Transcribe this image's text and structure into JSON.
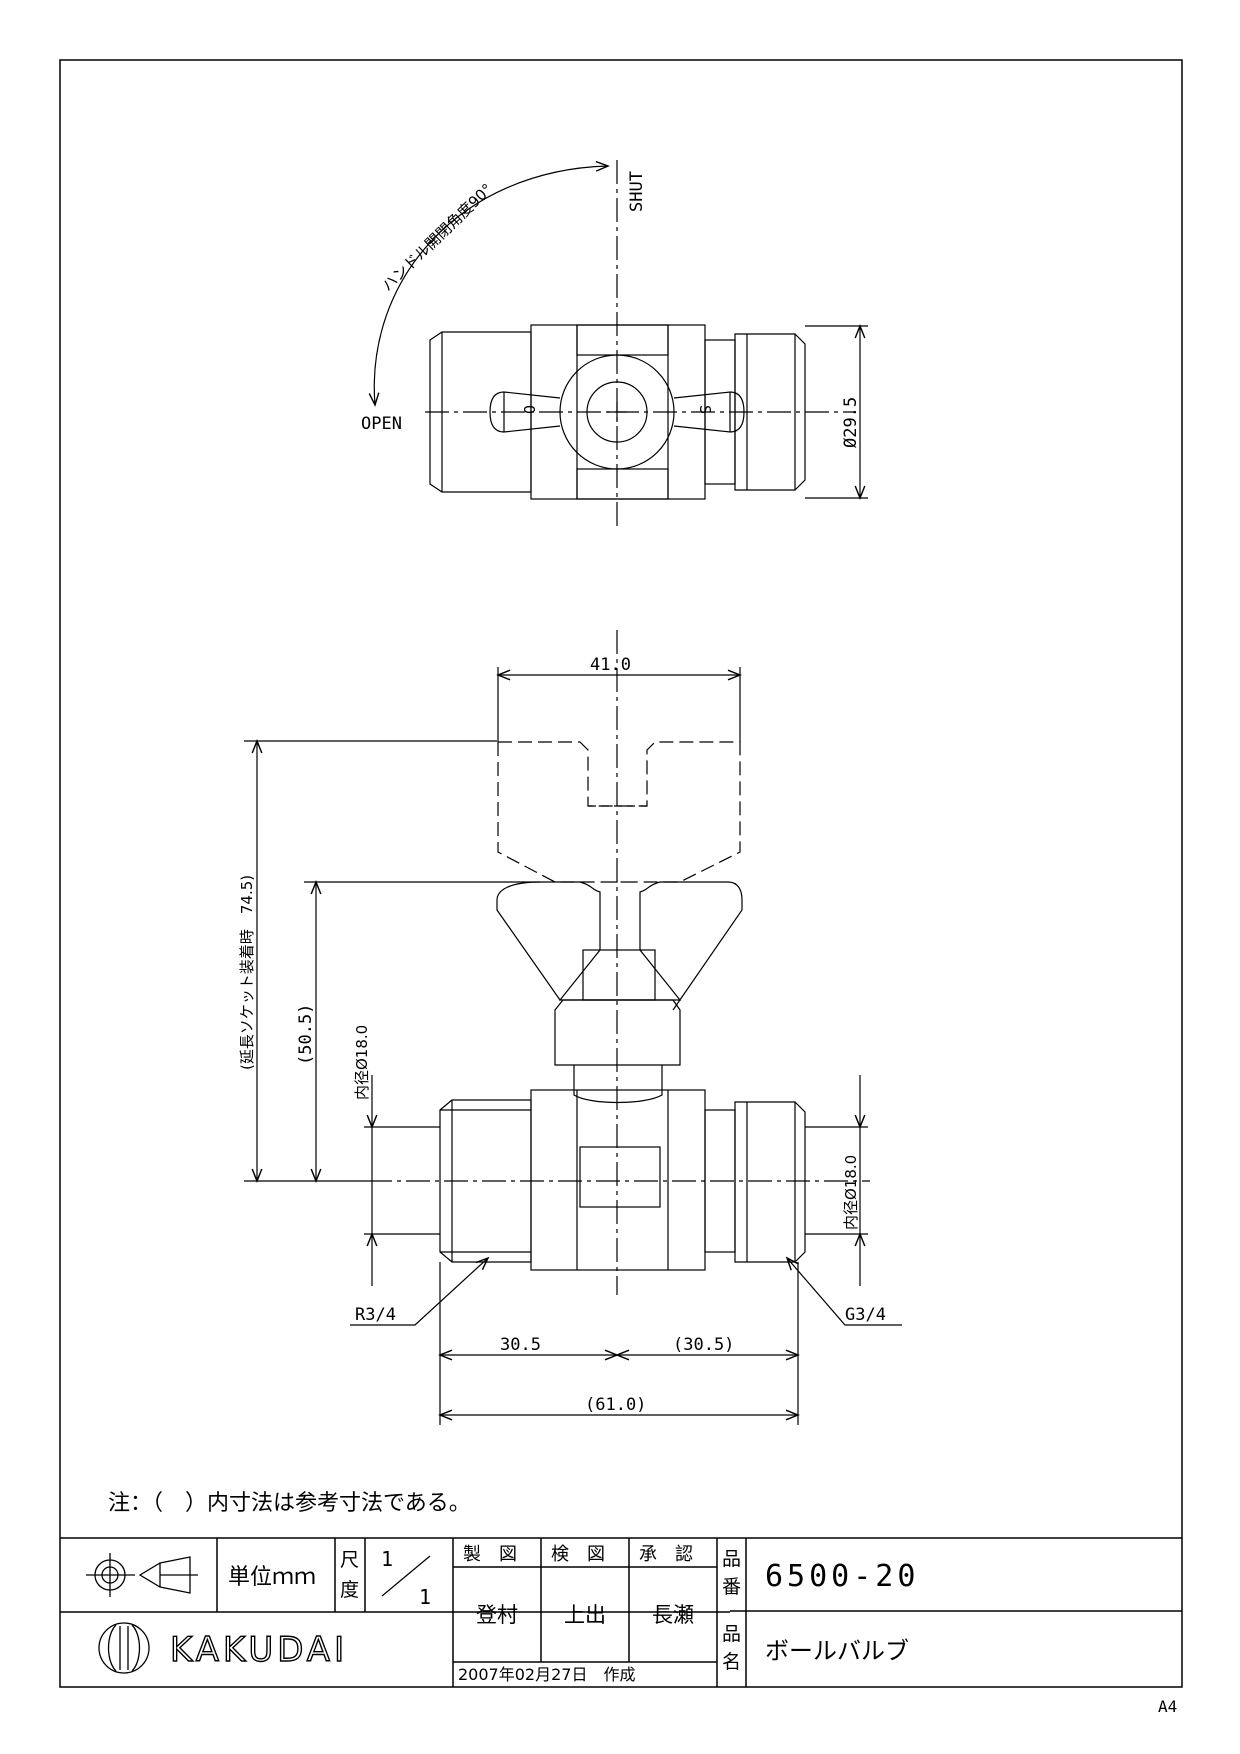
{
  "views": {
    "top": {
      "shut_label": "SHUT",
      "open_label": "OPEN",
      "angle_label": "ハンドル開閉角度90°",
      "diameter_label": "Ø29.5",
      "handle_o": "O",
      "handle_s": "S"
    },
    "front": {
      "width_handle": "41.0",
      "height_extended": "(延長ソケット装着時　74.5)",
      "height_handle": "(50.5)",
      "inner_diameter_left": "内径Ø18.0",
      "inner_diameter_right": "内径Ø18.0",
      "thread_left": "R3/4",
      "thread_right": "G3/4",
      "half_left": "30.5",
      "half_right": "(30.5)",
      "overall_length": "(61.0)"
    }
  },
  "note": "注：（　）内寸法は参考寸法である。",
  "title_block": {
    "unit": "単位ｍｍ",
    "scale_label_1": "尺",
    "scale_label_2": "度",
    "scale_num": "1",
    "scale_den": "1",
    "col_drawn": "製　図",
    "col_checked": "検　図",
    "col_approved": "承　認",
    "name_drawn": "登村",
    "name_checked": "上出",
    "name_approved": "長瀬",
    "date": "2007年02月27日　作成",
    "part_no_label_1": "品",
    "part_no_label_2": "番",
    "part_no": "6500-20",
    "part_name_label_1": "品",
    "part_name_label_2": "名",
    "part_name": "ボールバルブ",
    "company": "KAKUDAI"
  },
  "sheet_size": "A4"
}
